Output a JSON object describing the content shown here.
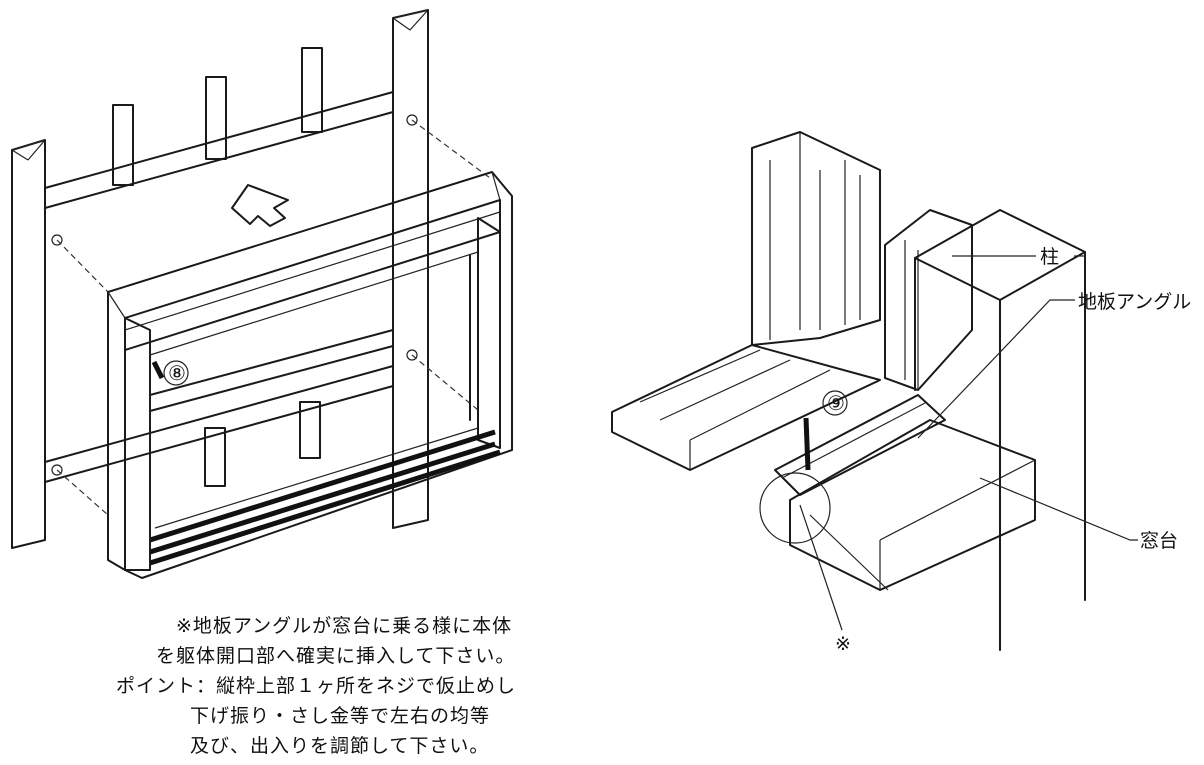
{
  "callouts": {
    "pillar": "柱",
    "base_angle": "地板アングル",
    "window_sill": "窓台",
    "asterisk": "※",
    "step_8": "⑧",
    "step_9": "⑨"
  },
  "note_lines": [
    "※地板アングルが窓台に乗る様に本体",
    "を躯体開口部へ確実に挿入して下さい。",
    "ポイント：縦枠上部１ヶ所をネジで仮止めし",
    "下げ振り・さし金等で左右の均等",
    "及び、出入りを調節して下さい。"
  ]
}
